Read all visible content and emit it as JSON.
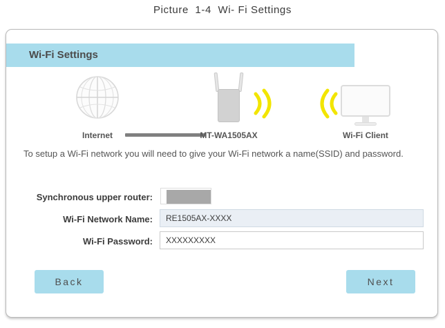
{
  "caption": "Picture  1-4  Wi- Fi Settings",
  "card": {
    "title": "Wi-Fi Settings",
    "description": "To setup a Wi-Fi network you will need to give your Wi-Fi network a name(SSID) and password.",
    "diagram": {
      "nodes": [
        {
          "icon": "globe-icon",
          "label": "Internet"
        },
        {
          "icon": "repeater-icon",
          "label": "MT-WA1505AX"
        },
        {
          "icon": "monitor-icon",
          "label": "Wi-Fi Client"
        }
      ],
      "link_icon": "wired-link-line",
      "wifi_icon_left": "wifi-signal-icon",
      "wifi_icon_right": "wifi-signal-icon"
    },
    "form": {
      "rows": [
        {
          "label": "Synchronous upper router:",
          "value": "",
          "state": "redacted"
        },
        {
          "label": "Wi-Fi Network Name:",
          "value": "RE1505AX-XXXX",
          "state": "disabled"
        },
        {
          "label": "Wi-Fi Password:",
          "value": "XXXXXXXXX",
          "state": "plain"
        }
      ]
    },
    "buttons": {
      "back": "Back",
      "next": "Next"
    }
  },
  "colors": {
    "accent_blue": "#a8dcec",
    "signal_yellow": "#f2e500",
    "field_disabled": "#eaeff5",
    "text_dark": "#3c3c3c"
  }
}
